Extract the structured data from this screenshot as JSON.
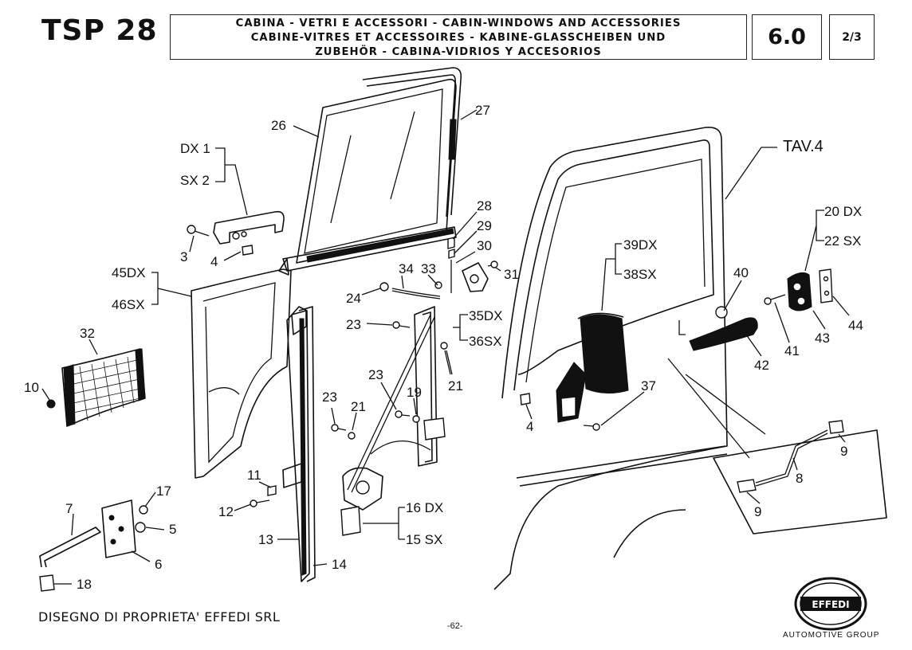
{
  "header": {
    "model": "TSP 28",
    "title_lines": [
      "CABINA - VETRI E ACCESSORI - CABIN-WINDOWS AND ACCESSORIES",
      "CABINE-VITRES ET ACCESSOIRES - KABINE-GLASSCHEIBEN UND",
      "ZUBEHÖR - CABINA-VIDRIOS Y ACCESORIOS"
    ],
    "section": "6.0",
    "page": "2/3"
  },
  "callouts": {
    "c26": "26",
    "c27": "27",
    "dx1": "DX 1",
    "sx2": "SX 2",
    "c3": "3",
    "c4a": "4",
    "dx45": "45DX",
    "sx46": "46SX",
    "c32": "32",
    "c10": "10",
    "c28": "28",
    "c29": "29",
    "c30": "30",
    "c31": "31",
    "c33": "33",
    "c34": "34",
    "c24": "24",
    "c23a": "23",
    "dx35": "35DX",
    "sx36": "36SX",
    "c21a": "21",
    "c23b": "23",
    "c19": "19",
    "c23c": "23",
    "c21b": "21",
    "c11": "11",
    "c12": "12",
    "c17": "17",
    "c7": "7",
    "c5": "5",
    "c6": "6",
    "c18": "18",
    "c13": "13",
    "c14": "14",
    "dx16": "16 DX",
    "sx15": "15 SX",
    "tav4": "TAV.4",
    "dx39": "39DX",
    "sx38": "38SX",
    "c40": "40",
    "dx20": "20 DX",
    "sx22": "22 SX",
    "c41": "41",
    "c42": "42",
    "c43": "43",
    "c44": "44",
    "c37": "37",
    "c4b": "4",
    "c9a": "9",
    "c8": "8",
    "c9b": "9"
  },
  "footer": {
    "ownership": "DISEGNO DI PROPRIETA' EFFEDI SRL",
    "page_number": "-62-",
    "logo_text": "EFFEDI",
    "group": "AUTOMOTIVE GROUP"
  }
}
